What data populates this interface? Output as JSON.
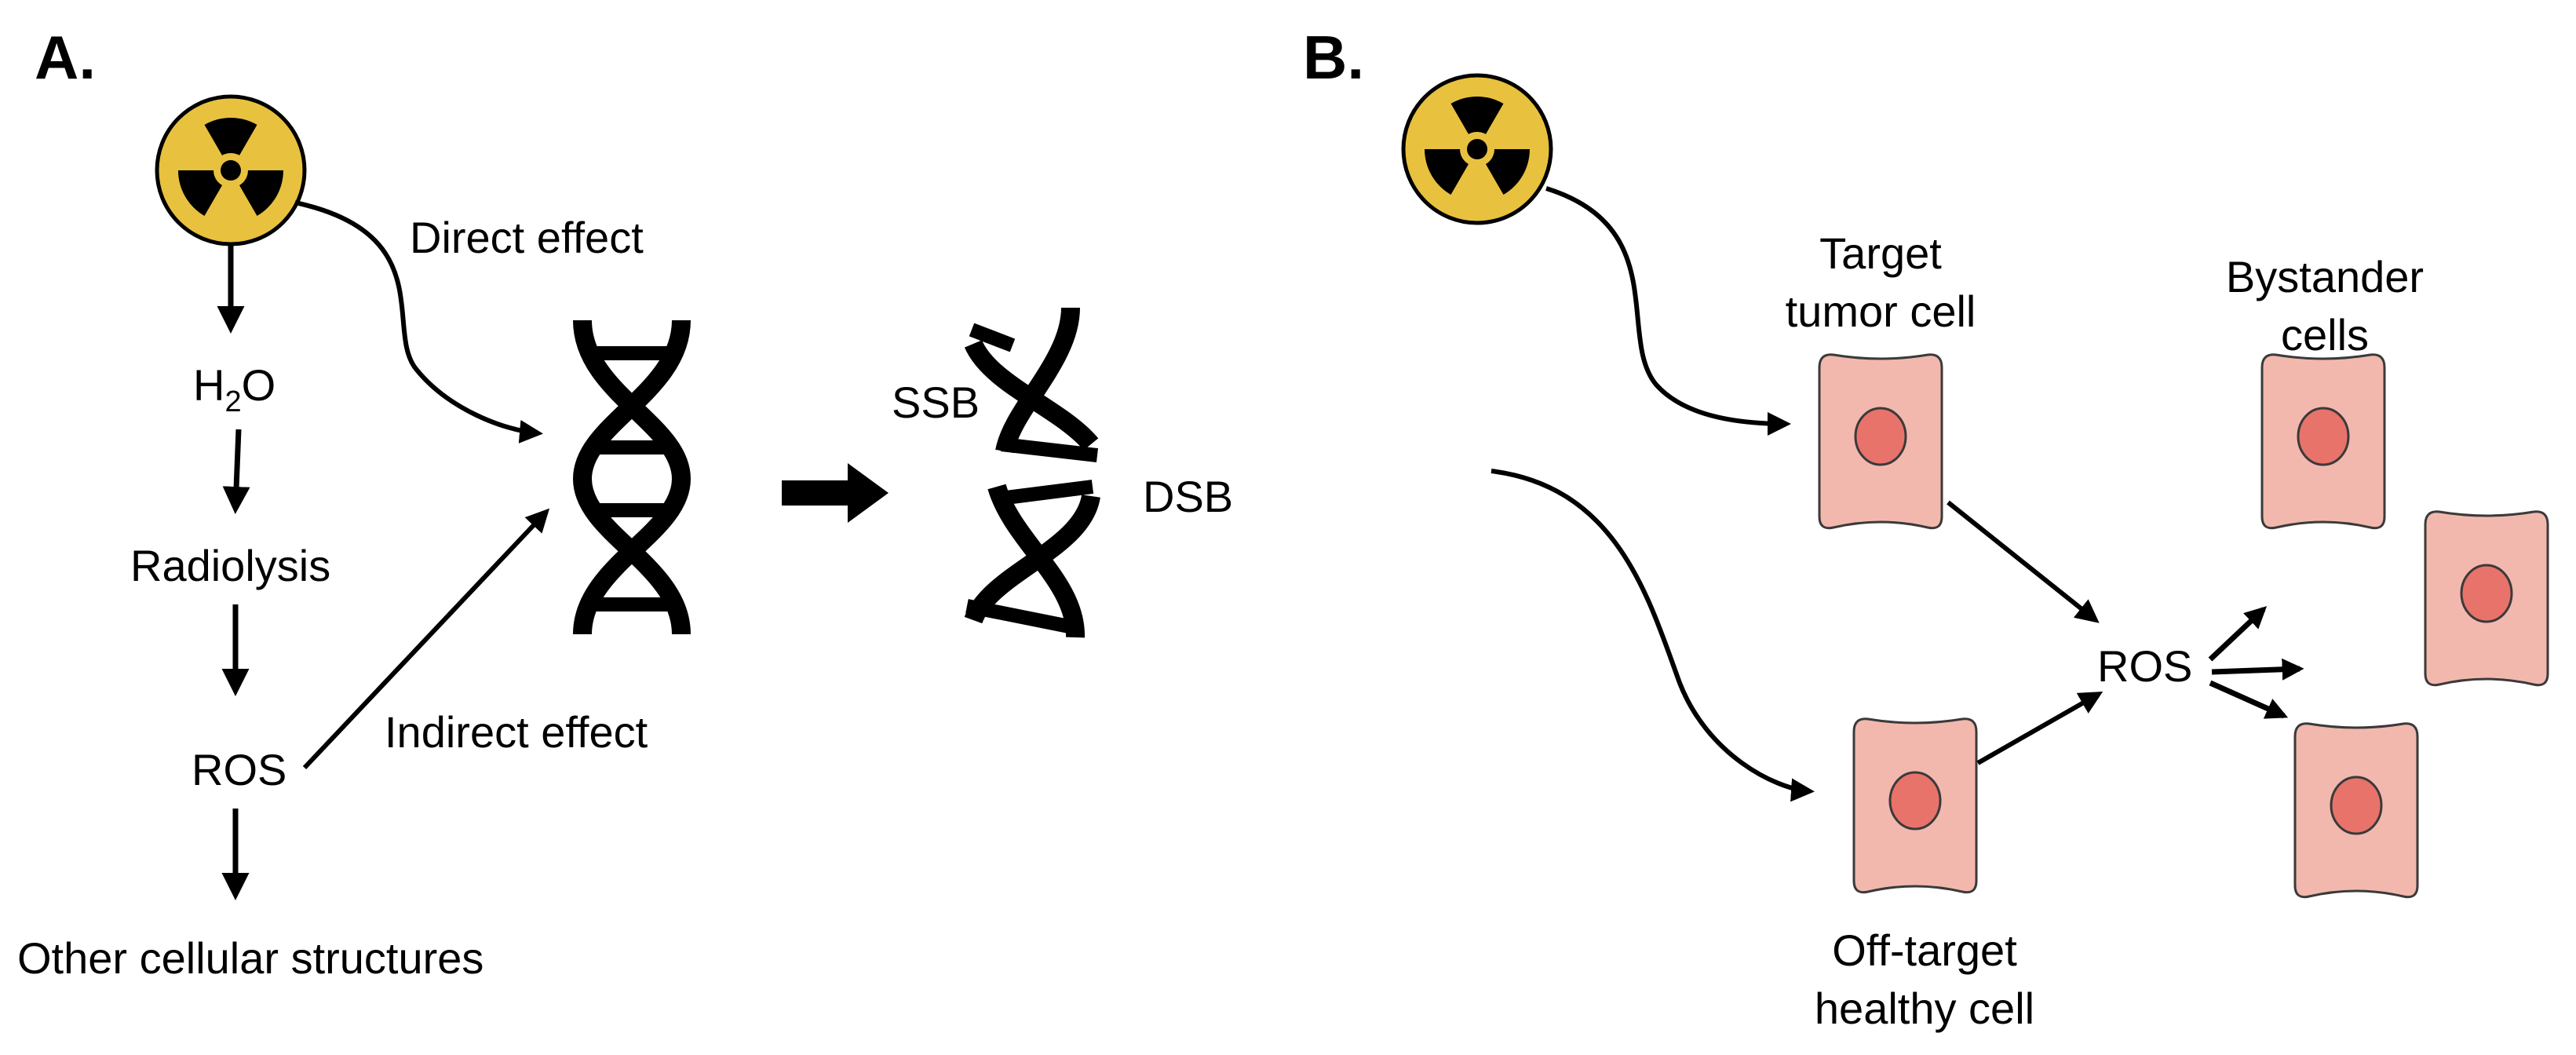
{
  "panel_a": {
    "letter": "A.",
    "labels": {
      "direct_effect": "Direct effect",
      "h2o_main": "H",
      "h2o_sub": "2",
      "h2o_end": "O",
      "radiolysis": "Radiolysis",
      "ros": "ROS",
      "indirect_effect": "Indirect effect",
      "other_structures": "Other cellular structures",
      "ssb": "SSB",
      "dsb": "DSB"
    }
  },
  "panel_b": {
    "letter": "B.",
    "labels": {
      "target_line1": "Target",
      "target_line2": "tumor cell",
      "bystander_line1": "Bystander",
      "bystander_line2": "cells",
      "ros": "ROS",
      "offtarget_line1": "Off-target",
      "offtarget_line2": "healthy cell"
    }
  },
  "colors": {
    "radiation_symbol_fill": "#E8C13F",
    "cell_fill": "#F2B8AE",
    "nucleus_fill": "#E8736A",
    "stroke": "#000000"
  },
  "icons": [
    "radiation-icon",
    "dna-icon",
    "broken-dna-icon",
    "cell-icon"
  ]
}
